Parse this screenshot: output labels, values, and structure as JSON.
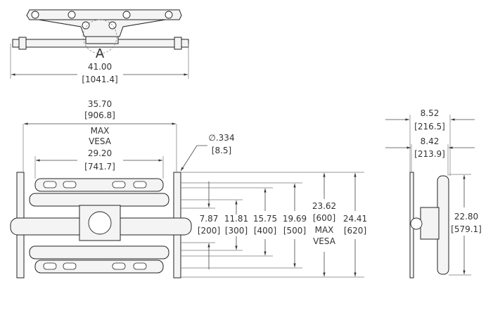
{
  "top_view": {
    "detail_label": "A",
    "width_in": "41.00",
    "width_mm": "[1041.4]"
  },
  "front_view": {
    "max_vesa_width_in": "35.70",
    "max_vesa_width_mm": "[906.8]",
    "max_label": "MAX",
    "vesa_label": "VESA",
    "min_width_in": "29.20",
    "min_width_mm": "[741.7]",
    "hole_dia_in": "∅.334",
    "hole_dia_mm": "[8.5]",
    "heights": [
      {
        "in": "7.87",
        "mm": "[200]"
      },
      {
        "in": "11.81",
        "mm": "[300]"
      },
      {
        "in": "15.75",
        "mm": "[400]"
      },
      {
        "in": "19.69",
        "mm": "[500]"
      },
      {
        "in": "23.62",
        "mm": "[600]",
        "note1": "MAX",
        "note2": "VESA"
      },
      {
        "in": "24.41",
        "mm": "[620]"
      }
    ]
  },
  "side_view": {
    "depth_max_in": "8.52",
    "depth_max_mm": "[216.5]",
    "depth_min_in": "8.42",
    "depth_min_mm": "[213.9]",
    "height_in": "22.80",
    "height_mm": "[579.1]"
  }
}
